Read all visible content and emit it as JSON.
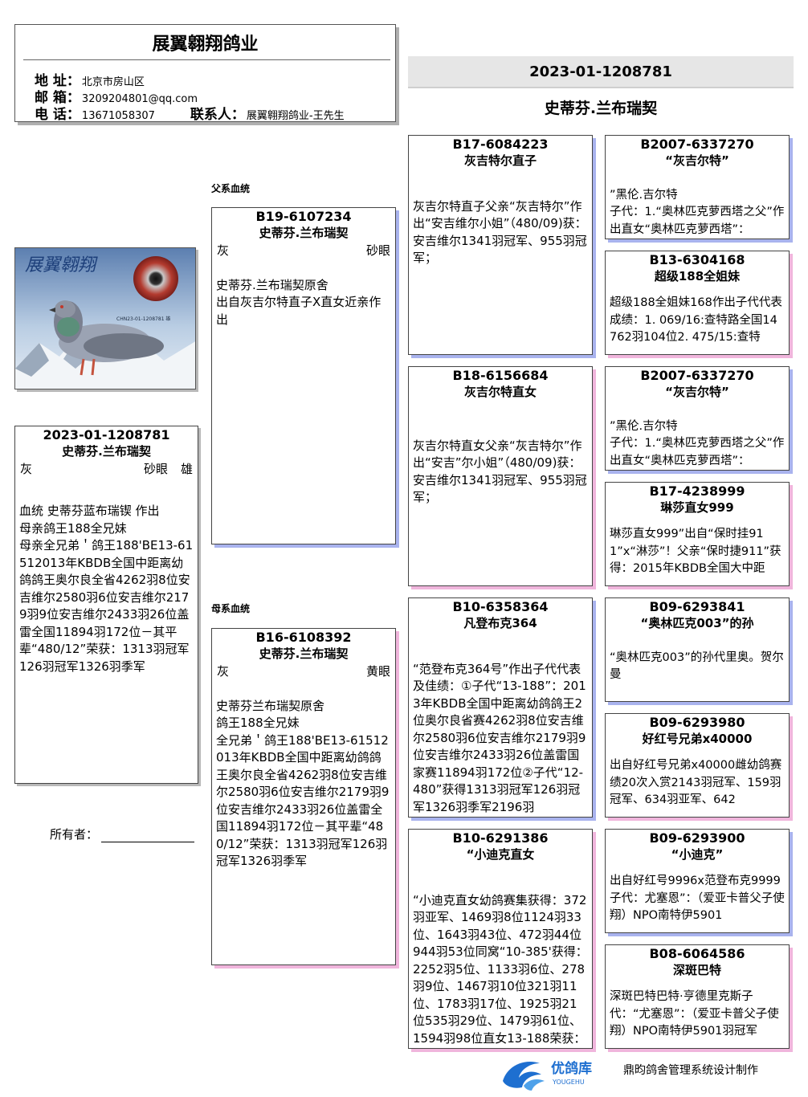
{
  "loft": {
    "name": "展翼翱翔鸽业",
    "address_label": "地 址：",
    "address": "北京市房山区",
    "email_label": "邮 箱：",
    "email": "3209204801@qq.com",
    "phone_label": "电 话：",
    "phone": "13671058307",
    "contact_label": "联系人：",
    "contact": "展翼翱翔鸽业-王先生"
  },
  "main": {
    "ring": "2023-01-1208781",
    "name": "史蒂芬.兰布瑞契"
  },
  "photo": {
    "brand_text": "展翼翱翔",
    "caption": "CHN23-01-1208781 雄"
  },
  "labels": {
    "sire_line": "父系血统",
    "dam_line": "母系血统",
    "owner": "所有者："
  },
  "subject": {
    "ring": "2023-01-1208781",
    "name": "史蒂芬.兰布瑞契",
    "color": "灰",
    "eye": "砂眼",
    "sex": "雄",
    "desc": "血统 史蒂芬蓝布瑞锲 作出\n母亲鸽王188全兄妹\n母亲全兄弟＇鸽王188'BE13-61512013年KBDB全国中距离幼鸽鸽王奥尔良全省4262羽8位安吉维尔2580羽6位安吉维尔2179羽9位安吉维尔2433羽26位盖雷全国11894羽172位－其平辈“480/12”荣获：1313羽冠军126羽冠军1326羽季军"
  },
  "sire": {
    "ring": "B19-6107234",
    "name": "史蒂芬.兰布瑞契",
    "color": "灰",
    "eye": "砂眼",
    "desc": "\n史蒂芬.兰布瑞契原舍\n出自灰吉尔特直子X直女近亲作出"
  },
  "dam": {
    "ring": "B16-6108392",
    "name": "史蒂芬.兰布瑞契",
    "color": "灰",
    "eye": "黄眼",
    "desc": "\n史蒂芬兰布瑞契原舍\n鸽王188全兄妹\n全兄弟＇鸽王188'BE13-61512013年KBDB全国中距离幼鸽鸽王奥尔良全省4262羽8位安吉维尔2580羽6位安吉维尔2179羽9位安吉维尔2433羽26位盖雷全国11894羽172位－其平辈“480/12”荣获：1313羽冠军126羽冠军1326羽季军"
  },
  "ss": {
    "ring": "B17-6084223",
    "name": "灰吉特尔直子",
    "desc": "\n灰吉尔特直子父亲“灰吉特尔”作出“安吉维尔小姐”（480/09)获：安吉维尔1341羽冠军、955羽冠军；"
  },
  "sd": {
    "ring": "B18-6156684",
    "name": "灰吉尔特直女",
    "desc": "\n灰吉尔特直女父亲“灰吉特尔”作出“安吉”尔小姐”（480/09)获：安吉维尔1341羽冠军、955羽冠军；"
  },
  "ds": {
    "ring": "B10-6358364",
    "name": "凡登布克364",
    "desc": "\n“范登布克364号”作出子代代表及佳绩：①子代“13-188”：2013年KBDB全国中距离幼鸽鸽王2位奥尔良省赛4262羽8位安吉维尔2580羽6位安吉维尔2179羽9位安吉维尔2433羽26位盖雷国家赛11894羽172位②子代“12-480”获得1313羽冠军126羽冠军1326羽季军2196羽"
  },
  "dd": {
    "ring": "B10-6291386",
    "name": "“小迪克直女",
    "desc": "\n“小迪克直女幼鸽赛集获得：372羽亚军、1469羽8位1124羽33位、1643羽43位、472羽44位944羽53位同窝“10-385'获得：2252羽5位、1133羽6位、278羽9位、1467羽10位321羽11位、1783羽17位、1925羽21位535羽29位、1479羽61位、1594羽98位直女13-188荣获："
  },
  "sss": {
    "ring": "B2007-6337270",
    "name": "“灰吉尔特”",
    "desc": "\n”黑伦.吉尔特\n子代：1.“奥林匹克萝西塔之父”作出直女“奥林匹克萝西塔”："
  },
  "ssd": {
    "ring": "B13-6304168",
    "name": "超级188全姐妹",
    "desc": "超级188全姐妹168作出子代代表成绩：1. 069/16:查特路全国14762羽104位2. 475/15:查特"
  },
  "sds": {
    "ring": "B2007-6337270",
    "name": "“灰吉尔特”",
    "desc": "\n”黑伦.吉尔特\n子代：1.“奥林匹克萝西塔之父”作出直女“奥林匹克萝西塔”："
  },
  "sdd": {
    "ring": "B17-4238999",
    "name": "琳莎直女999",
    "desc": "琳莎直女999”出自“保时挂911”x“淋莎”！父亲“保时捷911”获得：2015年KBDB全国大中距"
  },
  "dss": {
    "ring": "B09-6293841",
    "name": "“奥林匹克003”的孙",
    "desc": "\n“奥林匹克003”的孙代里奥。贺尔曼"
  },
  "dsd": {
    "ring": "B09-6293980",
    "name": "好红号兄弟x40000",
    "desc": "出自好红号兄弟x40000雌幼鸽赛绩20次入赏2143羽冠军、159羽冠军、634羽亚军、642"
  },
  "dds": {
    "ring": "B09-6293900",
    "name": "“小迪克”",
    "desc": "出自好红号9996x范登布克9999子代：尤塞恩”：（爱亚卡普父子使翔）NPO南特伊5901"
  },
  "ddd": {
    "ring": "B08-6064586",
    "name": "深斑巴特",
    "desc": "深斑巴特巴特·亨德里克斯子代：“尤塞恩”：（爱亚卡普父子使翔）NPO南特伊5901羽冠军"
  },
  "footer": {
    "logo_cn": "优鸽库",
    "logo_en": "YOUGEHU",
    "credit": "鼎昀鸽舍管理系统设计制作"
  },
  "colors": {
    "shadow_blue": "#a9b3ee",
    "shadow_pink": "#f0b5dc",
    "banner_grey": "#e6e6e6",
    "logo_blue": "#1e6fd0"
  }
}
